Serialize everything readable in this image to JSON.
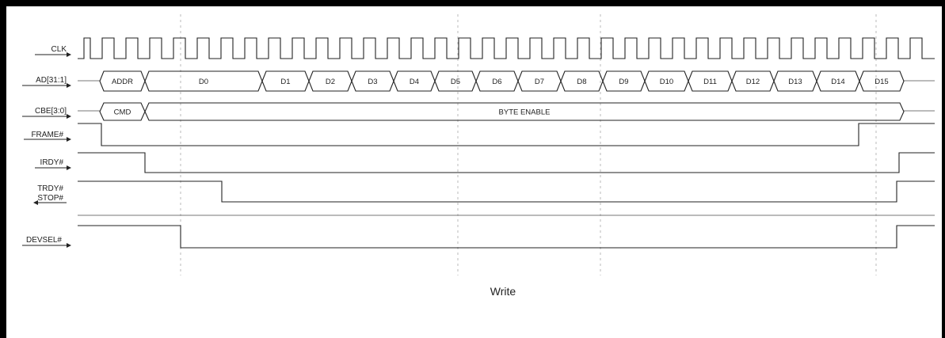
{
  "signals": [
    "CLK",
    "AD[31:1]",
    "CBE[3:0]",
    "FRAME#",
    "IRDY#",
    "TRDY#",
    "STOP#",
    "DEVSEL#"
  ],
  "ad_bus": [
    "ADDR",
    "D0",
    "D1",
    "D2",
    "D3",
    "D4",
    "D5",
    "D6",
    "D7",
    "D8",
    "D9",
    "D10",
    "D11",
    "D12",
    "D13",
    "D14",
    "D15"
  ],
  "cbe_bus": [
    "CMD",
    "BYTE ENABLE"
  ],
  "caption": "Write"
}
